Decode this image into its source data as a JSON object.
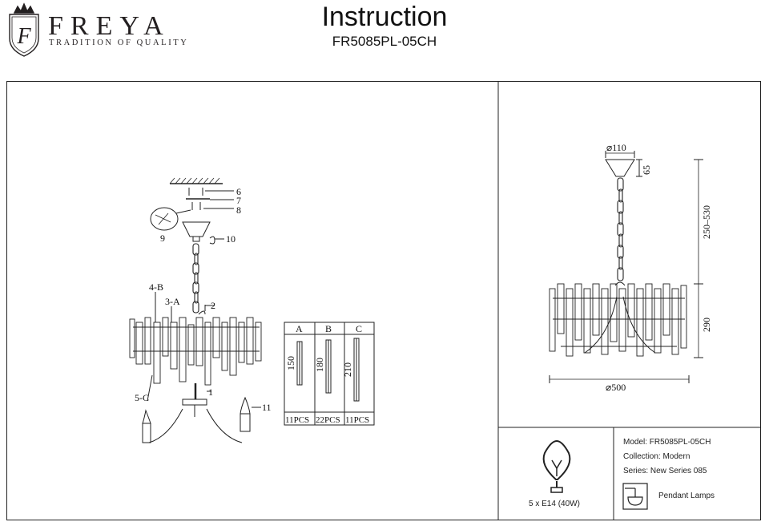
{
  "header": {
    "brand": "FREYA",
    "tagline": "TRADITION OF QUALITY",
    "title": "Instruction",
    "model_code": "FR5085PL-05CH"
  },
  "assembly": {
    "labels": {
      "p6": "6",
      "p7": "7",
      "p8": "8",
      "p9": "9",
      "p10": "10",
      "p2": "2",
      "p4b": "4-B",
      "p3a": "3-A",
      "p5c": "5-C",
      "p1": "1",
      "p11": "11"
    }
  },
  "crystals_table": {
    "headers": [
      "A",
      "B",
      "C"
    ],
    "lengths": [
      "150",
      "180",
      "210"
    ],
    "quantities": [
      "11PCS",
      "22PCS",
      "11PCS"
    ]
  },
  "dimensions": {
    "canopy_diameter": "⌀110",
    "canopy_height": "65",
    "chain_length": "250–530",
    "body_height": "290",
    "body_diameter": "⌀500"
  },
  "bulb": {
    "spec": "5 x E14 (40W)"
  },
  "product_info": {
    "model": "Model: FR5085PL-05CH",
    "collection": "Collection: Modern",
    "series": "Series: New Series 085",
    "type": "Pendant Lamps"
  },
  "colors": {
    "line": "#222222",
    "text": "#111111"
  }
}
